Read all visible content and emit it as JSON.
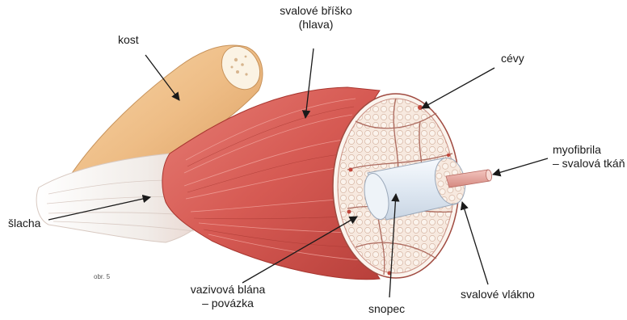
{
  "labels": {
    "kost": "kost",
    "svalove_brisko_line1": "svalové bříško",
    "svalove_brisko_line2": "(hlava)",
    "cevy": "cévy",
    "myofibrila_line1": "myofibrila",
    "myofibrila_line2": "– svalová tkáň",
    "slacha": "šlacha",
    "obr": "obr. 5",
    "vazivova_blana_line1": "vazivová blána",
    "vazivova_blana_line2": "– povázka",
    "snopec": "snopec",
    "svalove_vlakno": "svalové vlákno"
  },
  "colors": {
    "bone": "#f0c58e",
    "tendon": "#efeae6",
    "muscle": "#d9605a",
    "fascicle_fill": "#f6e7dc",
    "fiber_cylinder": "#e8eef5",
    "myofibril": "#e9a7a0",
    "arrow": "#1a1a1a"
  }
}
